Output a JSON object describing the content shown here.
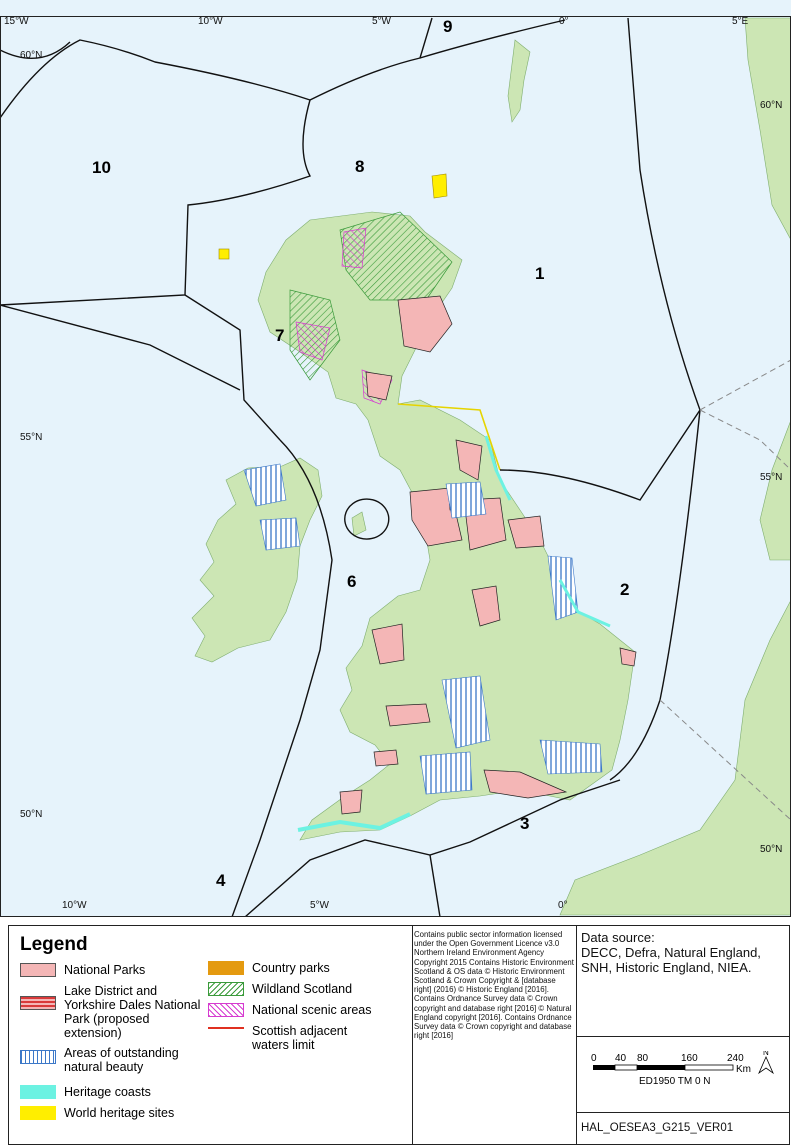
{
  "map": {
    "longitude_labels_top": [
      "15°W",
      "10°W",
      "5°W",
      "0°",
      "5°E"
    ],
    "longitude_labels_bottom": [
      "10°W",
      "5°W",
      "0°"
    ],
    "latitude_labels_left": [
      "60°N",
      "55°N",
      "50°N"
    ],
    "latitude_labels_right": [
      "60°N",
      "55°N",
      "50°N"
    ],
    "regions": [
      "1",
      "2",
      "3",
      "4",
      "6",
      "7",
      "8",
      "9",
      "10"
    ],
    "colors": {
      "sea": "#e6f3fb",
      "land": "#cce6b4",
      "national_parks": "#f4b6b6",
      "lake_district_extension": "#d93a3a",
      "aonb": "#3c78c8",
      "heritage_coasts": "#6cf2e2",
      "world_heritage": "#ffee00",
      "country_parks": "#e49a10",
      "wildland": "#3a9a3a",
      "scenic": "#d63ad0",
      "scottish_limit": "#e03020"
    }
  },
  "legend": {
    "title": "Legend",
    "items": {
      "national_parks": "National Parks",
      "lake_district": "Lake District and Yorkshire Dales National Park (proposed extension)",
      "aonb": "Areas of outstanding natural beauty",
      "heritage_coasts": "Heritage coasts",
      "world_heritage": "World heritage sites",
      "country_parks": "Country parks",
      "wildland": "Wildland Scotland",
      "scenic": "National scenic areas",
      "scottish_limit": "Scottish adjacent waters limit"
    }
  },
  "credits": "Contains public sector information licensed under the Open Government Licence v3.0 Northern Ireland Environment Agency Copyright 2015 Contains Historic Environment Scotland & OS data © Historic Environment Scotland & Crown Copyright & [database right] (2016) © Historic England [2016]. Contains Ordnance Survey data © Crown copyright and database right [2016] © Natural England copyright [2016]. Contains Ordnance Survey data © Crown copyright and database right [2016]",
  "data_source": {
    "heading": "Data source:",
    "text": "DECC, Defra, Natural England, SNH, Historic England, NIEA."
  },
  "scale": {
    "ticks": [
      "0",
      "40",
      "80",
      "160",
      "240"
    ],
    "unit": "Km",
    "projection": "ED1950 TM 0 N",
    "north": "N"
  },
  "doc_id": "HAL_OESEA3_G215_VER01"
}
